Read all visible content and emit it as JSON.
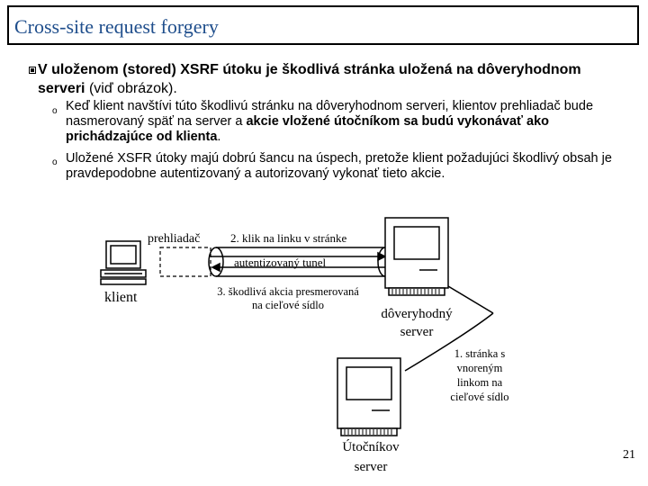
{
  "title": "Cross-site request forgery",
  "bullet_main": {
    "part1": "V uloženom (stored) XSRF útoku je škodlivá stránka uložená na dôveryhodnom  serveri ",
    "part2": "(viď  obrázok)."
  },
  "sub1": {
    "part1": "Keď klient navštívi túto škodlivú stránku na dôveryhodnom serveri, klientov prehliadač bude nasmerovaný späť na server a ",
    "part2": "akcie vložené útočníkom sa budú vykonávať ako prichádzajúce od klienta",
    "part3": "."
  },
  "sub2": "Uložené XSFR útoky majú dobrú šancu na úspech, pretože klient požadujúci škodlivý obsah je pravdepodobne autentizovaný a autorizovaný vykonať tieto akcie.",
  "diagram": {
    "browser_label": "prehliadač",
    "client_label": "klient",
    "step2": "2. klik na linku v stránke",
    "tunnel_label": "autentizovaný tunel",
    "step3_line1": "3. škodlivá akcia presmerovaná",
    "step3_line2": "na cieľové sídlo",
    "trusted_line1": "dôveryhodný",
    "trusted_line2": "server",
    "step1_line1": "1. stránka s",
    "step1_line2": "vnoreným",
    "step1_line3": "linkom na",
    "step1_line4": "cieľové sídlo",
    "attacker_line1": "Útočníkov",
    "attacker_line2": "server"
  },
  "page_number": "21",
  "colors": {
    "title": "#1f4e8c"
  }
}
